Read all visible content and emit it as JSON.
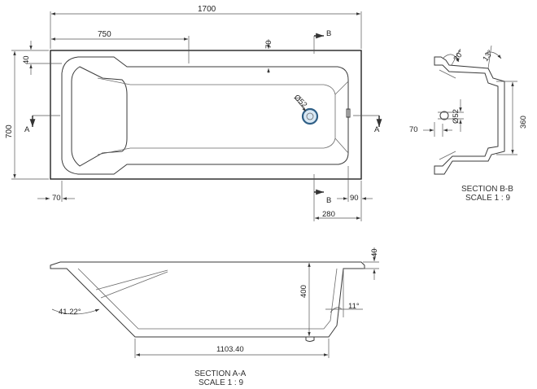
{
  "top_view": {
    "dim_length": "1700",
    "dim_mid": "750",
    "dim_70_top": "70",
    "dim_width": "700",
    "dim_40": "40",
    "dim_70_bottom": "70",
    "dim_90": "90",
    "dim_280": "280",
    "drain_dia": "Ø52",
    "section_a": "A",
    "section_b": "B"
  },
  "section_bb": {
    "angle_20": "20°",
    "angle_13": "13°",
    "dim_70": "70",
    "drain_dia": "Ø52",
    "dim_360": "360",
    "title": "SECTION B-B",
    "scale": "SCALE 1 : 9"
  },
  "section_aa": {
    "dim_40": "40",
    "dim_400": "400",
    "angle_11": "11°",
    "angle_41": "41.22°",
    "dim_bottom": "1103.40",
    "title": "SECTION A-A",
    "scale": "SCALE 1 : 9"
  }
}
